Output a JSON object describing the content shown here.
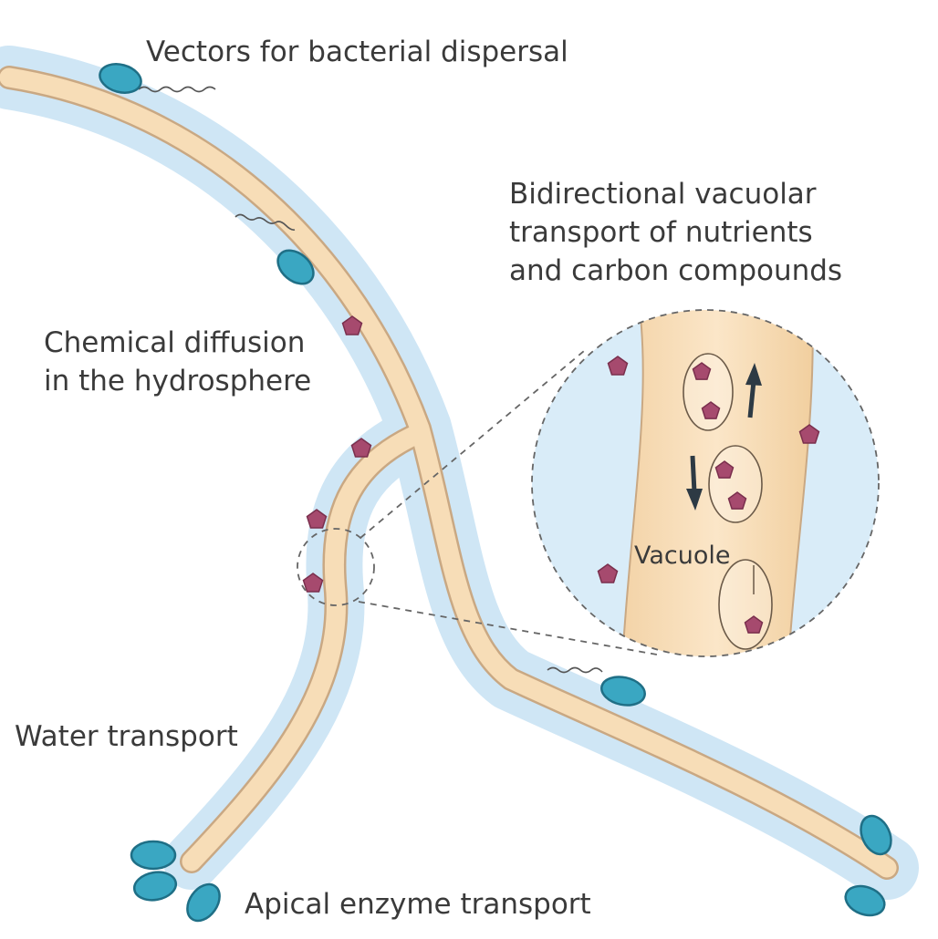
{
  "labels": {
    "vectors": "Vectors for bacterial dispersal",
    "bidirectional_line1": "Bidirectional vacuolar",
    "bidirectional_line2": "transport of nutrients",
    "bidirectional_line3": "and carbon compounds",
    "chemical_line1": "Chemical diffusion",
    "chemical_line2": "in the hydrosphere",
    "vacuole": "Vacuole",
    "water": "Water transport",
    "apical": "Apical enzyme transport"
  },
  "colors": {
    "water_film": "#cfe6f5",
    "hypha_fill": "#f7ddb7",
    "hypha_outline": "#c9a883",
    "bacterium": "#3aa7c2",
    "molecule": "#a64a6e",
    "inset_background": "#d9ecf8"
  }
}
